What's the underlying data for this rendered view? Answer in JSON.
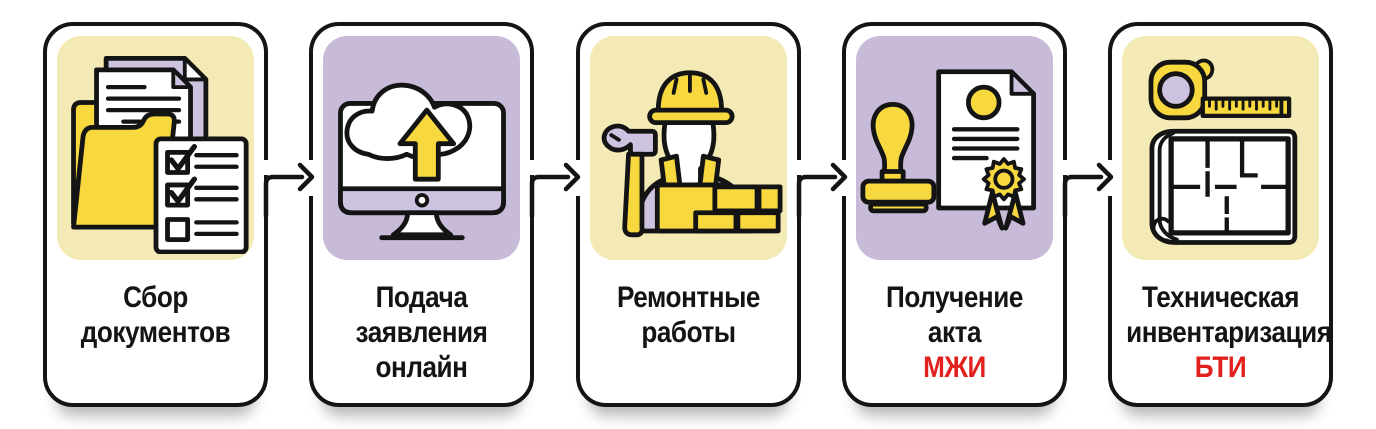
{
  "colors": {
    "ink": "#141414",
    "red": "#e2211e",
    "pale_yellow": "#f3eab5",
    "lavender": "#c8bbda",
    "bright_yellow": "#f7d83e",
    "light_lavender": "#cdc3e0",
    "card_bg": "#ffffff"
  },
  "steps": [
    {
      "icon": "folder-documents-icon",
      "icon_bg": "pale_yellow",
      "title_lines": [
        "Сбор",
        "документов"
      ],
      "accent": ""
    },
    {
      "icon": "cloud-upload-monitor-icon",
      "icon_bg": "lavender",
      "title_lines": [
        "Подача",
        "заявления",
        "онлайн"
      ],
      "accent": ""
    },
    {
      "icon": "construction-worker-icon",
      "icon_bg": "pale_yellow",
      "title_lines": [
        "Ремонтные",
        "работы"
      ],
      "accent": ""
    },
    {
      "icon": "stamp-certificate-icon",
      "icon_bg": "lavender",
      "title_lines": [
        "Получение",
        "акта"
      ],
      "accent": "МЖИ"
    },
    {
      "icon": "tape-measure-floorplan-icon",
      "icon_bg": "pale_yellow",
      "title_lines": [
        "Техническая",
        "инвентаризация"
      ],
      "accent": "БТИ"
    }
  ]
}
